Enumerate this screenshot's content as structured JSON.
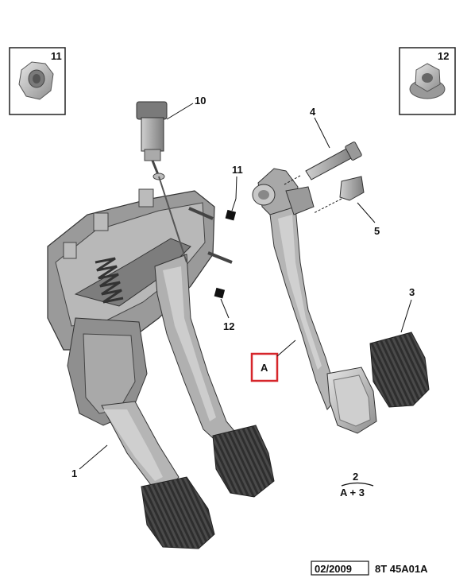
{
  "callouts": {
    "c11_box": "11",
    "c12_box": "12",
    "c10": "10",
    "c4": "4",
    "c11": "11",
    "c5": "5",
    "c12": "12",
    "c3": "3",
    "c1": "1",
    "assy_a": "A"
  },
  "formula": {
    "top": "2",
    "bottom": "A + 3"
  },
  "footer": {
    "date": "02/2009",
    "ref": "8T 45A01A"
  },
  "colors": {
    "box_highlight": "#d6262b",
    "part_grey": "#b9b9b9",
    "dark": "#3b3b3b"
  }
}
